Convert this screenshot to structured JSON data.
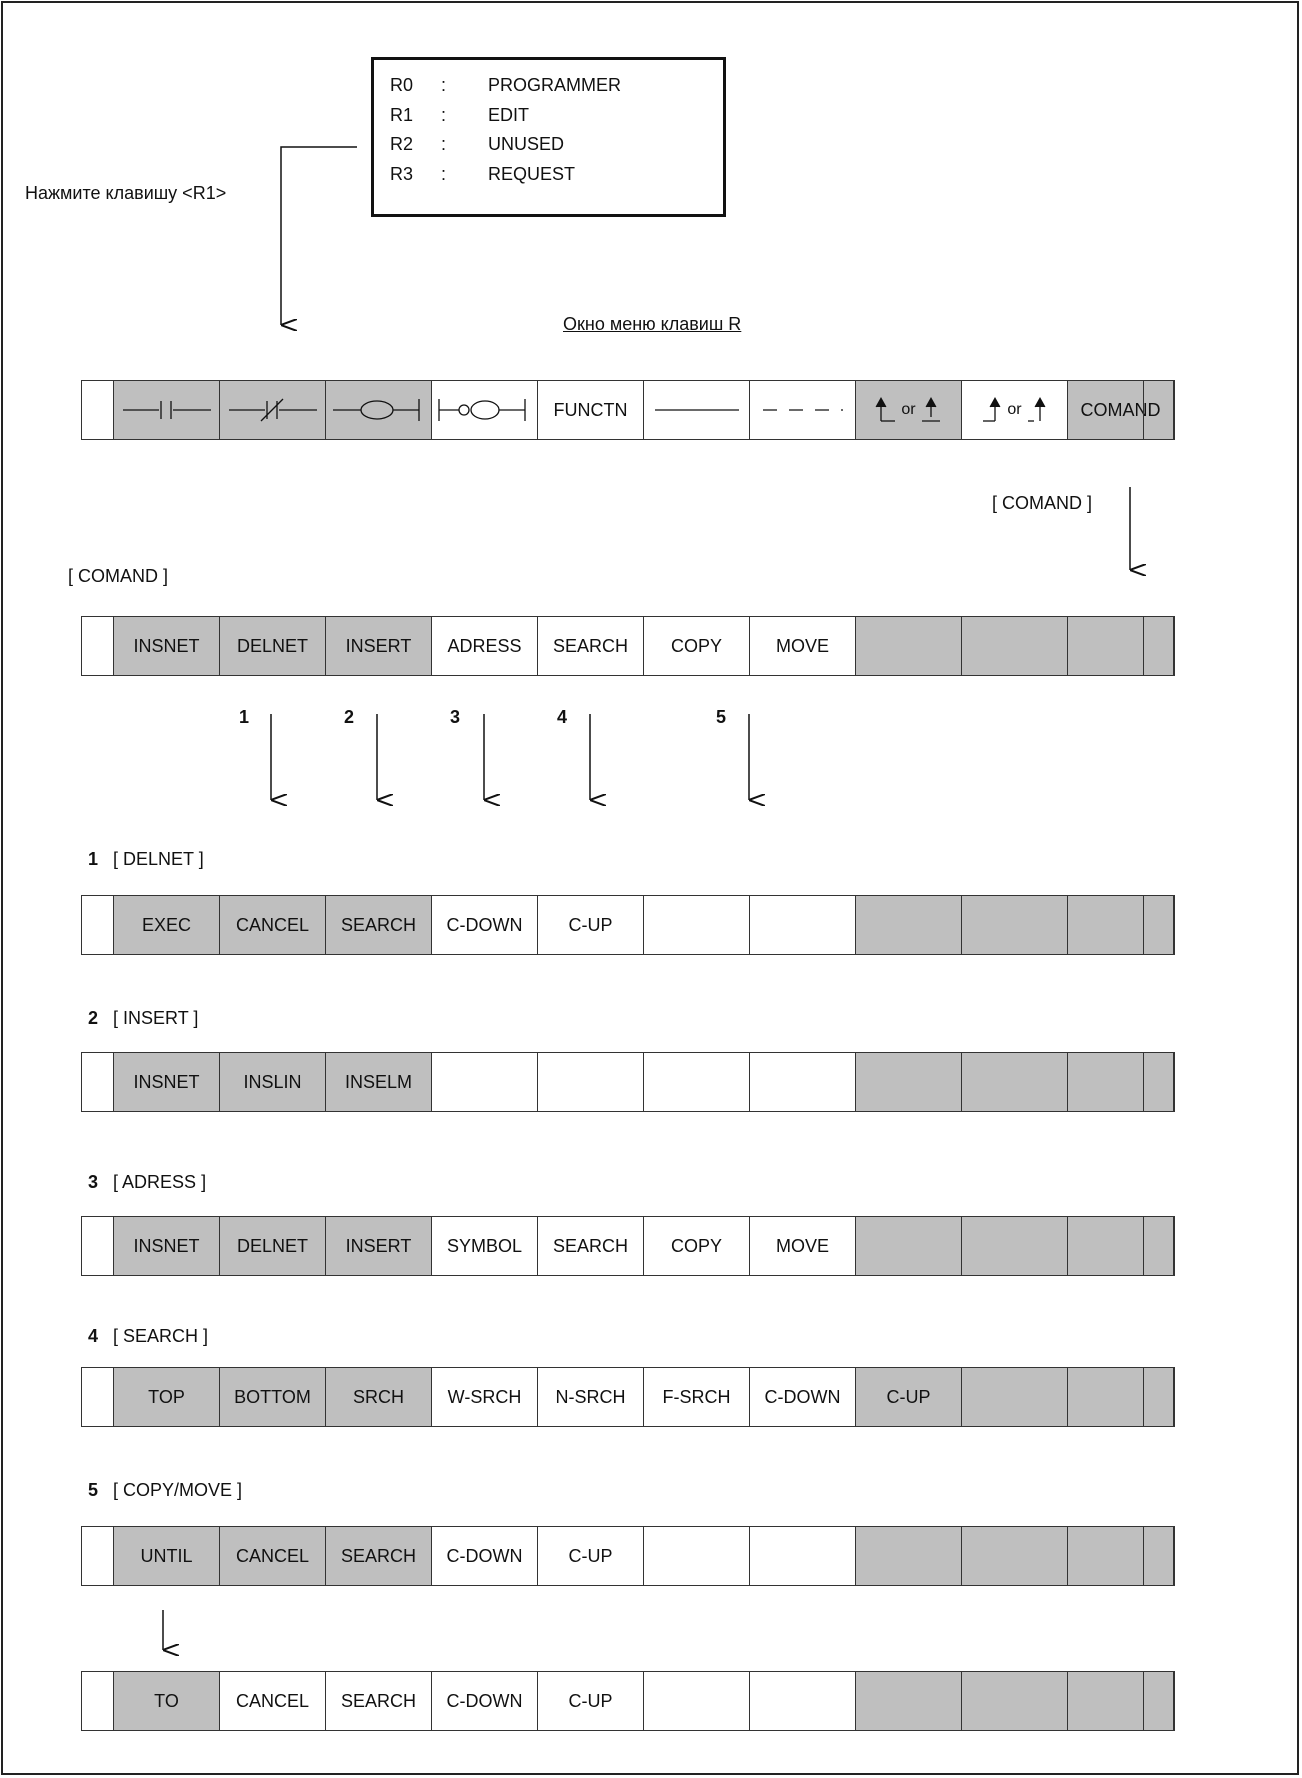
{
  "menu": {
    "items": [
      {
        "key": "R0",
        "sep": ":",
        "label": "PROGRAMMER"
      },
      {
        "key": "R1",
        "sep": ":",
        "label": "EDIT"
      },
      {
        "key": "R2",
        "sep": ":",
        "label": "UNUSED"
      },
      {
        "key": "R3",
        "sep": ":",
        "label": "REQUEST"
      }
    ]
  },
  "instruction": "Нажмите клавишу <R1>",
  "r_menu_title": "Окно меню клавиш R",
  "main_bar": [
    {
      "label": "",
      "icon": "no-contact-icon",
      "gray": true
    },
    {
      "label": "",
      "icon": "nc-contact-icon",
      "gray": true
    },
    {
      "label": "",
      "icon": "coil-icon",
      "gray": true
    },
    {
      "label": "",
      "icon": "coil-output-icon",
      "gray": false
    },
    {
      "label": "FUNCTN",
      "icon": "",
      "gray": false
    },
    {
      "label": "",
      "icon": "horizontal-line-icon",
      "gray": false
    },
    {
      "label": "",
      "icon": "dashed-line-icon",
      "gray": false
    },
    {
      "label": "or",
      "icon": "vertical-line-icon",
      "gray": true
    },
    {
      "label": "or",
      "icon": "vertical-line-erase-icon",
      "gray": false
    },
    {
      "label": "COMAND",
      "icon": "",
      "gray": true
    }
  ],
  "comand_arrow_label": "[ COMAND ]",
  "comand_section": {
    "title": "[ COMAND ]",
    "keys": [
      {
        "label": "INSNET",
        "gray": true
      },
      {
        "label": "DELNET",
        "gray": true
      },
      {
        "label": "INSERT",
        "gray": true
      },
      {
        "label": "ADRESS",
        "gray": false
      },
      {
        "label": "SEARCH",
        "gray": false
      },
      {
        "label": "COPY",
        "gray": false
      },
      {
        "label": "MOVE",
        "gray": false
      },
      {
        "label": "",
        "gray": true
      },
      {
        "label": "",
        "gray": true
      },
      {
        "label": "",
        "gray": true
      }
    ]
  },
  "arrow_numbers": [
    "1",
    "2",
    "3",
    "4",
    "5"
  ],
  "sections": [
    {
      "num": "1",
      "title": "[ DELNET ]",
      "keys": [
        {
          "label": "EXEC",
          "gray": true
        },
        {
          "label": "CANCEL",
          "gray": true
        },
        {
          "label": "SEARCH",
          "gray": true
        },
        {
          "label": "C-DOWN",
          "gray": false
        },
        {
          "label": "C-UP",
          "gray": false
        },
        {
          "label": "",
          "gray": false
        },
        {
          "label": "",
          "gray": false
        },
        {
          "label": "",
          "gray": true
        },
        {
          "label": "",
          "gray": true
        },
        {
          "label": "",
          "gray": true
        }
      ]
    },
    {
      "num": "2",
      "title": "[ INSERT ]",
      "keys": [
        {
          "label": "INSNET",
          "gray": true
        },
        {
          "label": "INSLIN",
          "gray": true
        },
        {
          "label": "INSELM",
          "gray": true
        },
        {
          "label": "",
          "gray": false
        },
        {
          "label": "",
          "gray": false
        },
        {
          "label": "",
          "gray": false
        },
        {
          "label": "",
          "gray": false
        },
        {
          "label": "",
          "gray": true
        },
        {
          "label": "",
          "gray": true
        },
        {
          "label": "",
          "gray": true
        }
      ]
    },
    {
      "num": "3",
      "title": "[ ADRESS ]",
      "keys": [
        {
          "label": "INSNET",
          "gray": true
        },
        {
          "label": "DELNET",
          "gray": true
        },
        {
          "label": "INSERT",
          "gray": true
        },
        {
          "label": "SYMBOL",
          "gray": false
        },
        {
          "label": "SEARCH",
          "gray": false
        },
        {
          "label": "COPY",
          "gray": false
        },
        {
          "label": "MOVE",
          "gray": false
        },
        {
          "label": "",
          "gray": true
        },
        {
          "label": "",
          "gray": true
        },
        {
          "label": "",
          "gray": true
        }
      ]
    },
    {
      "num": "4",
      "title": "[ SEARCH ]",
      "keys": [
        {
          "label": "TOP",
          "gray": true
        },
        {
          "label": "BOTTOM",
          "gray": true
        },
        {
          "label": "SRCH",
          "gray": true
        },
        {
          "label": "W-SRCH",
          "gray": false
        },
        {
          "label": "N-SRCH",
          "gray": false
        },
        {
          "label": "F-SRCH",
          "gray": false
        },
        {
          "label": "C-DOWN",
          "gray": false
        },
        {
          "label": "C-UP",
          "gray": true
        },
        {
          "label": "",
          "gray": true
        },
        {
          "label": "",
          "gray": true
        }
      ]
    },
    {
      "num": "5",
      "title": "[ COPY/MOVE ]",
      "keys": [
        {
          "label": "UNTIL",
          "gray": true
        },
        {
          "label": "CANCEL",
          "gray": true
        },
        {
          "label": "SEARCH",
          "gray": true
        },
        {
          "label": "C-DOWN",
          "gray": false
        },
        {
          "label": "C-UP",
          "gray": false
        },
        {
          "label": "",
          "gray": false
        },
        {
          "label": "",
          "gray": false
        },
        {
          "label": "",
          "gray": true
        },
        {
          "label": "",
          "gray": true
        },
        {
          "label": "",
          "gray": true
        }
      ]
    }
  ],
  "to_bar": {
    "keys": [
      {
        "label": "TO",
        "gray": true
      },
      {
        "label": "CANCEL",
        "gray": false
      },
      {
        "label": "SEARCH",
        "gray": false
      },
      {
        "label": "C-DOWN",
        "gray": false
      },
      {
        "label": "C-UP",
        "gray": false
      },
      {
        "label": "",
        "gray": false
      },
      {
        "label": "",
        "gray": false
      },
      {
        "label": "",
        "gray": true
      },
      {
        "label": "",
        "gray": true
      },
      {
        "label": "",
        "gray": true
      }
    ]
  }
}
